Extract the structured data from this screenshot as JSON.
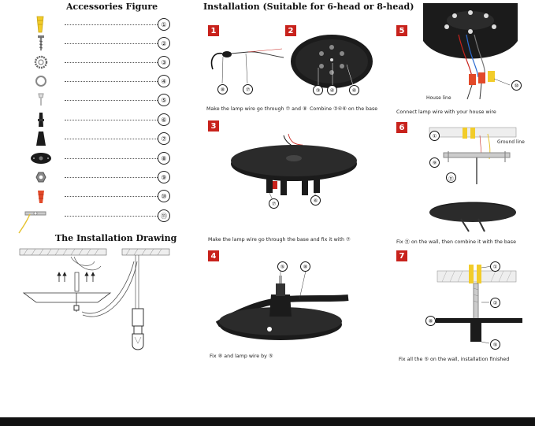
{
  "accessories": {
    "title": "Accessories Figure",
    "items": [
      "①",
      "②",
      "③",
      "④",
      "⑤",
      "⑥",
      "⑦",
      "⑧",
      "⑨",
      "⑩",
      "⑪"
    ]
  },
  "drawing": {
    "title": "The Installation Drawing"
  },
  "installation": {
    "title": "Installation (Suitable for 6-head or 8-head)",
    "steps": [
      {
        "badge": "1",
        "caption": "Make the lamp wire go through ⑦ and ⑧",
        "callouts": [
          "⑧",
          "⑦"
        ]
      },
      {
        "badge": "2",
        "caption": "Combine ③④⑥ on the base",
        "callouts": [
          "③",
          "④",
          "⑥"
        ]
      },
      {
        "badge": "3",
        "caption": "Make the lamp wire go through the base and fix it with ⑦",
        "callouts": [
          "⑦",
          "⑥"
        ]
      },
      {
        "badge": "4",
        "caption": "Fix ⑧ and lamp wire by ⑤",
        "callouts": [
          "⑤",
          "⑧"
        ]
      },
      {
        "badge": "5",
        "caption": "Connect lamp wire with your house wire",
        "callouts": [
          "⑩"
        ],
        "label": "House line"
      },
      {
        "badge": "6",
        "caption": "Fix ⑪ on the wall, then combine it with the base",
        "callouts": [
          "①",
          "⑨",
          "⑪"
        ],
        "label": "Ground line"
      },
      {
        "badge": "7",
        "caption": "Fix all the ⑤ on the wall, installation finished",
        "callouts": [
          "①",
          "②",
          "⑧",
          "⑤"
        ]
      }
    ]
  },
  "colors": {
    "badge": "#c8221c",
    "hardware": "#1b1b1b",
    "anchor": "#f2cc2a",
    "connector": "#e24a2a"
  }
}
